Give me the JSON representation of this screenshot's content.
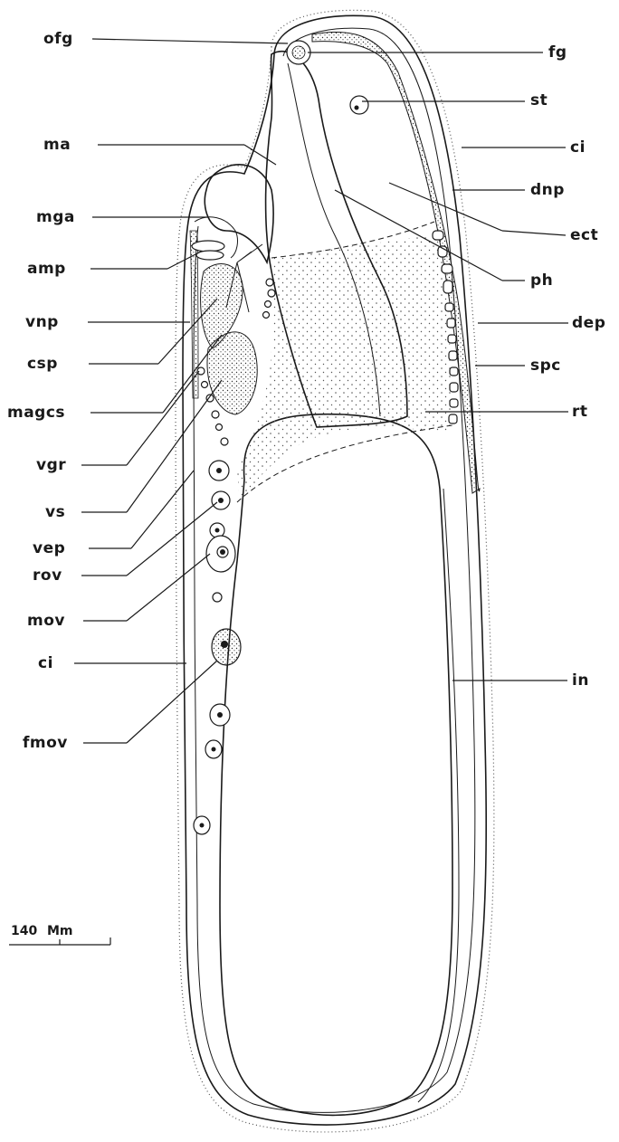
{
  "labels": {
    "ofg": "ofg",
    "fg": "fg",
    "st": "st",
    "ma": "ma",
    "ci_right": "ci",
    "dnp": "dnp",
    "mga": "mga",
    "ect": "ect",
    "amp": "amp",
    "ph": "ph",
    "vnp": "vnp",
    "dep": "dep",
    "csp": "csp",
    "spc": "spc",
    "magcs": "magcs",
    "rt": "rt",
    "vgr": "vgr",
    "vs": "vs",
    "vep": "vep",
    "rov": "rov",
    "mov": "mov",
    "ci_left": "ci",
    "in": "in",
    "fmov": "fmov"
  },
  "scale_bar": {
    "value": "140",
    "unit": "Mm"
  },
  "colors": {
    "ink": "#1a1a1a",
    "background": "#ffffff",
    "stipple": "#555555"
  }
}
